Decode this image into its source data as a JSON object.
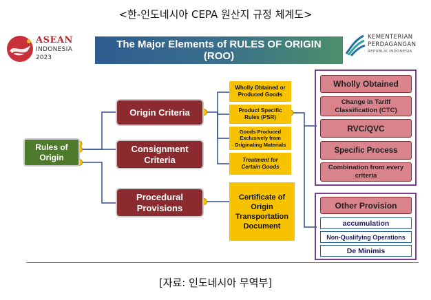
{
  "caption_top": "<한-인도네시아 CEPA 원산지 규정 체계도>",
  "caption_bottom": "[자료: 인도네시아 무역부]",
  "asean_logo": {
    "title": "ASEAN",
    "subtitle": "INDONESIA",
    "year": "2023"
  },
  "ministry_logo": {
    "line1": "KEMENTERIAN",
    "line2": "PERDAGANGAN",
    "line3": "REPUBLIK INDONESIA"
  },
  "banner": {
    "line1": "The Major Elements of RULES OF ORIGIN",
    "line2": "(ROO)"
  },
  "root": {
    "line1": "Rules of",
    "line2": "Origin"
  },
  "level1": [
    {
      "line1": "Origin Criteria",
      "line2": ""
    },
    {
      "line1": "Consignment",
      "line2": "Criteria"
    },
    {
      "line1": "Procedural",
      "line2": "Provisions"
    }
  ],
  "origin_items": [
    {
      "line1": "Wholly Obtained or",
      "line2": "Produced Goods",
      "line3": ""
    },
    {
      "line1": "Product Specific",
      "line2": "Rules (PSR)",
      "line3": ""
    },
    {
      "line1": "Goods Produced",
      "line2": "Exclusively from",
      "line3": "Originating Materials"
    },
    {
      "line1": "Treatment for",
      "line2": "Certain Goods",
      "line3": ""
    }
  ],
  "procedural_item": {
    "line1": "Certificate of",
    "line2": "Origin",
    "line3": "Transportation",
    "line4": "Document"
  },
  "psr_items": [
    {
      "line1": "Wholly Obtained",
      "line2": ""
    },
    {
      "line1": "Change in Tariff",
      "line2": "Classification (CTC)"
    },
    {
      "line1": "RVC/QVC",
      "line2": ""
    },
    {
      "line1": "Specific Process",
      "line2": ""
    },
    {
      "line1": "Combination from every",
      "line2": "criteria"
    }
  ],
  "other_provision": {
    "title": "Other Provision",
    "items": [
      "accumulation",
      "Non-Qualifying Operations",
      "De Minimis"
    ]
  },
  "colors": {
    "dark_red": "#8b2b2f",
    "green": "#4e7a2c",
    "yellow": "#f7c300",
    "pink": "#d9838c",
    "purple_frame": "#7a3d91",
    "connector_blue": "#2a4f8f",
    "banner_start": "#2e5c8f",
    "banner_end": "#4c8f6a"
  }
}
